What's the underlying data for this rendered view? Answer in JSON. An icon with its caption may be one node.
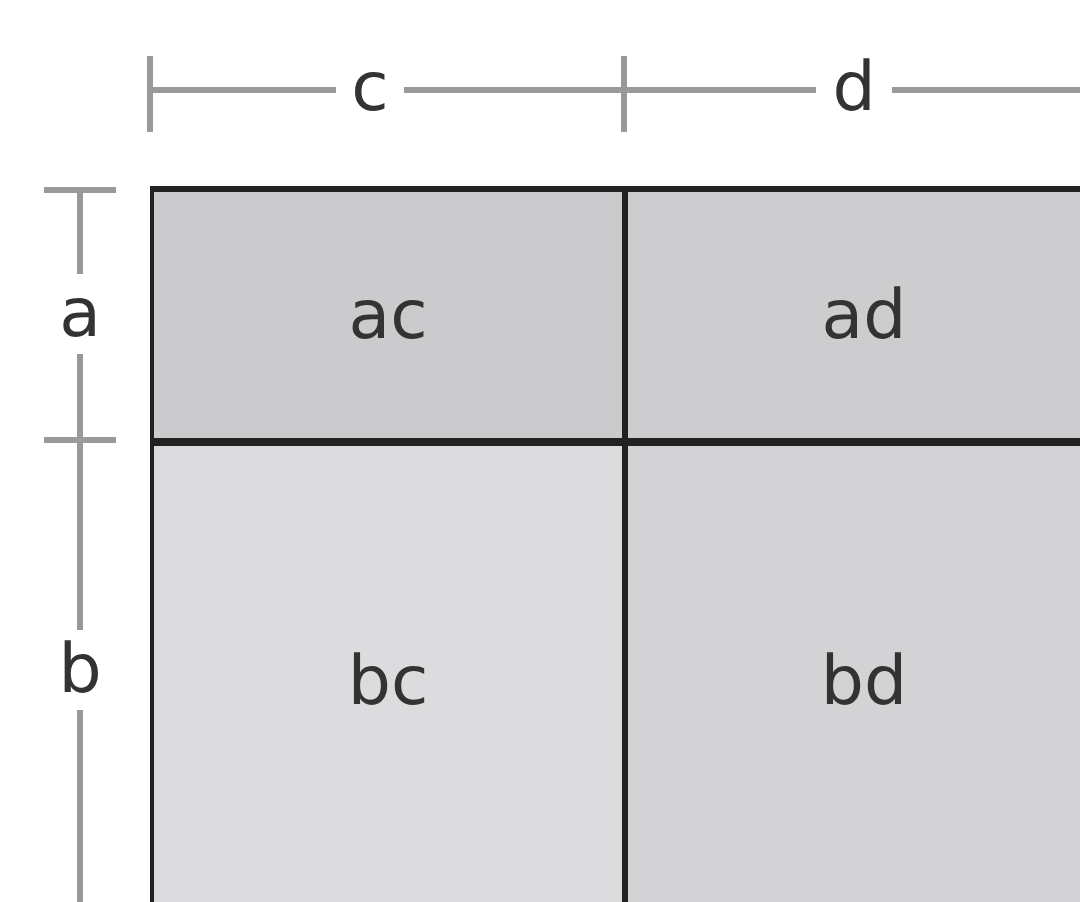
{
  "diagram": {
    "nodes": [
      {
        "text": [
          "ac"
        ]
      },
      {
        "text": [
          "ad"
        ]
      },
      {
        "text": [
          "bc"
        ]
      },
      {
        "text": [
          "bd"
        ]
      }
    ],
    "labels": [
      "c",
      "d",
      "a",
      "b"
    ]
  }
}
